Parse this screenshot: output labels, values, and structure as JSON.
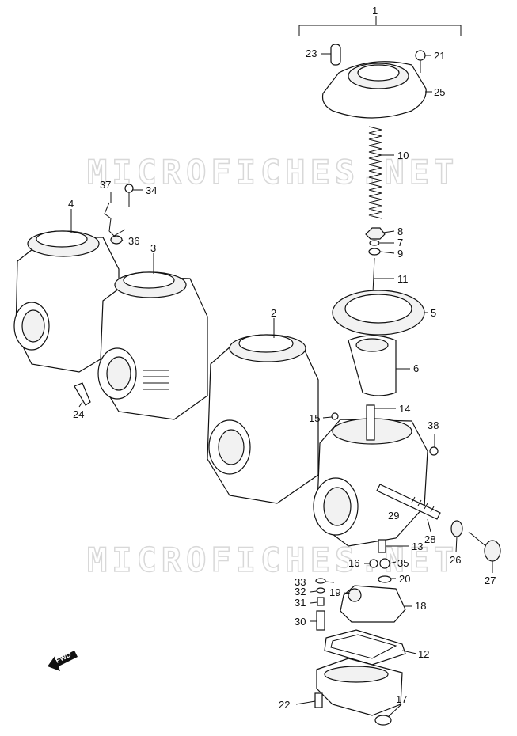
{
  "watermark": "MICROFICHES.NET",
  "fwd_label": "FWD",
  "callouts": [
    {
      "id": "1",
      "label": "1"
    },
    {
      "id": "2",
      "label": "2"
    },
    {
      "id": "3",
      "label": "3"
    },
    {
      "id": "4",
      "label": "4"
    },
    {
      "id": "5",
      "label": "5"
    },
    {
      "id": "6",
      "label": "6"
    },
    {
      "id": "7",
      "label": "7"
    },
    {
      "id": "8",
      "label": "8"
    },
    {
      "id": "9",
      "label": "9"
    },
    {
      "id": "10",
      "label": "10"
    },
    {
      "id": "11",
      "label": "11"
    },
    {
      "id": "12",
      "label": "12"
    },
    {
      "id": "13",
      "label": "13"
    },
    {
      "id": "14",
      "label": "14"
    },
    {
      "id": "15",
      "label": "15"
    },
    {
      "id": "16",
      "label": "16"
    },
    {
      "id": "17",
      "label": "17"
    },
    {
      "id": "18",
      "label": "18"
    },
    {
      "id": "19",
      "label": "19"
    },
    {
      "id": "20",
      "label": "20"
    },
    {
      "id": "21",
      "label": "21"
    },
    {
      "id": "22",
      "label": "22"
    },
    {
      "id": "23",
      "label": "23"
    },
    {
      "id": "24",
      "label": "24"
    },
    {
      "id": "25",
      "label": "25"
    },
    {
      "id": "26",
      "label": "26"
    },
    {
      "id": "27",
      "label": "27"
    },
    {
      "id": "28",
      "label": "28"
    },
    {
      "id": "29",
      "label": "29"
    },
    {
      "id": "30",
      "label": "30"
    },
    {
      "id": "31",
      "label": "31"
    },
    {
      "id": "32",
      "label": "32"
    },
    {
      "id": "33",
      "label": "33"
    },
    {
      "id": "34",
      "label": "34"
    },
    {
      "id": "35",
      "label": "35"
    },
    {
      "id": "36",
      "label": "36"
    },
    {
      "id": "37",
      "label": "37"
    },
    {
      "id": "38",
      "label": "38"
    }
  ]
}
